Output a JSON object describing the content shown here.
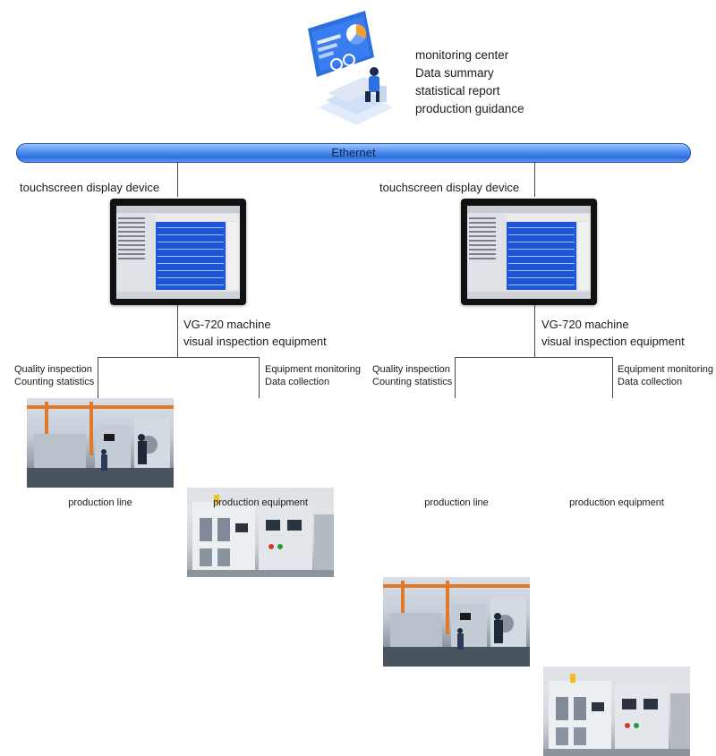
{
  "monitoring_center": {
    "lines": [
      "monitoring center",
      "Data summary",
      "statistical report",
      "production guidance"
    ]
  },
  "network": {
    "label": "Ethernet"
  },
  "branches": [
    {
      "display_label": "touchscreen display device",
      "equipment_label": [
        "VG-720 machine",
        "visual inspection equipment"
      ],
      "left_function": [
        "Quality inspection",
        "Counting statistics"
      ],
      "right_function": [
        "Equipment monitoring",
        "Data collection"
      ],
      "left_caption": "production line",
      "right_caption": "production equipment"
    },
    {
      "display_label": "touchscreen display device",
      "equipment_label": [
        "VG-720 machine",
        "visual inspection equipment"
      ],
      "left_function": [
        "Quality inspection",
        "Counting statistics"
      ],
      "right_function": [
        "Equipment monitoring",
        "Data collection"
      ],
      "left_caption": "production line",
      "right_caption": "production equipment"
    }
  ],
  "colors": {
    "bus_blue": "#2f6fd8",
    "screen_blue": "#1f56d8",
    "accent_orange": "#f0a030"
  },
  "icons": [
    "monitoring-workstation-icon",
    "pie-chart-icon",
    "person-at-desk-icon"
  ]
}
